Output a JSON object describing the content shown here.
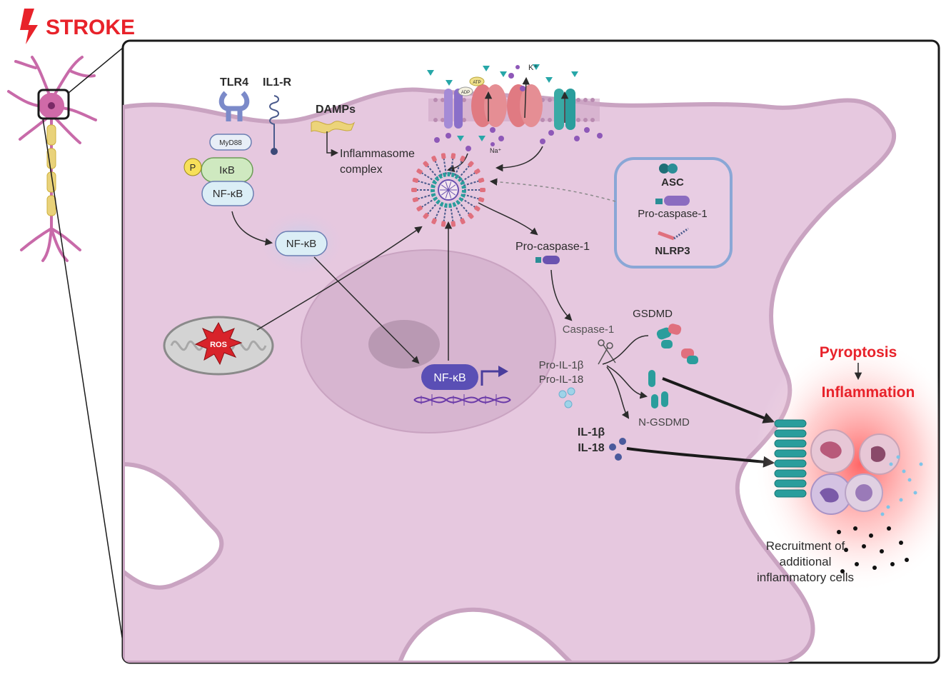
{
  "title": "STROKE",
  "receptors": {
    "tlr4": "TLR4",
    "il1r": "IL1-R",
    "damps": "DAMPs"
  },
  "signaling": {
    "myd88": "MyD88",
    "p": "P",
    "ikb": "IκB",
    "nfkb_complex": "NF-κB",
    "nfkb_free": "NF-κB",
    "nfkb_nucleus": "NF-κB"
  },
  "channels": {
    "atp": "ATP",
    "adp": "ADP",
    "k": "K⁺",
    "na": "Na⁺"
  },
  "inflammasome": {
    "label_line1": "Inflammasome",
    "label_line2": "complex"
  },
  "legend": {
    "asc": "ASC",
    "procasp": "Pro-caspase-1",
    "nlrp3": "NLRP3"
  },
  "ros": "ROS",
  "cascade": {
    "procasp": "Pro-caspase-1",
    "casp1": "Caspase-1",
    "gsdmd": "GSDMD",
    "pro_il1b": "Pro-IL-1β",
    "pro_il18": "Pro-IL-18",
    "ngsdmd": "N-GSDMD",
    "il1b": "IL-1β",
    "il18": "IL-18"
  },
  "outcome": {
    "pyroptosis": "Pyroptosis",
    "inflammation": "Inflammation",
    "recruit1": "Recruitment of",
    "recruit2": "additional",
    "recruit3": "inflammatory cells"
  },
  "colors": {
    "stroke_red": "#e8222a",
    "cell_fill": "#e6c8df",
    "cell_edge": "#c9a3c1",
    "nucleus": "#d7b5d0",
    "nfkb_blue": "#5a4fb5",
    "teal": "#2a9d9c",
    "pink": "#e0707e"
  }
}
